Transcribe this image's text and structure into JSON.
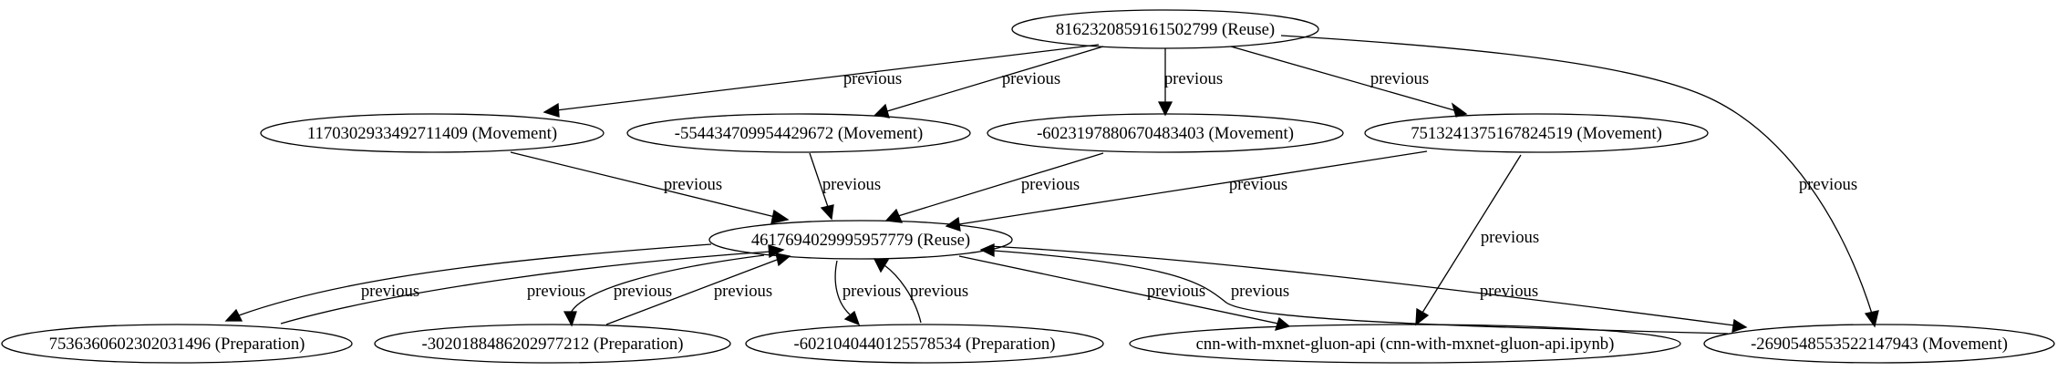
{
  "nodes": {
    "n_top": "8162320859161502799 (Reuse)",
    "n_m1": "1170302933492711409 (Movement)",
    "n_m2": "-5544347099544296​72 (Movement)",
    "n_m3": "-6023197880670483403 (Movement)",
    "n_m4": "7513241375167824519 (Movement)",
    "n_mid": "4617694029995957779 (Reuse)",
    "n_p1": "7536360602302031496 (Preparation)",
    "n_p2": "-3020188486202977212 (Preparation)",
    "n_p3": "-6021040440125578534 (Preparation)",
    "n_nb": "cnn-with-mxnet-gluon-api (cnn-with-mxnet-gluon-api.ipynb)",
    "n_m5": "-2690548553522147943 (Movement)"
  },
  "edge_label": "previous"
}
